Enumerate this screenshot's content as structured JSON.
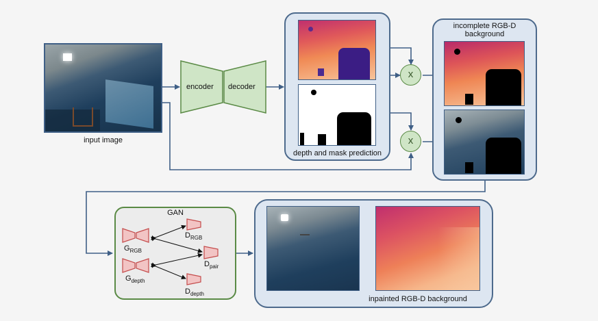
{
  "labels": {
    "input_image": "input image",
    "encoder": "encoder",
    "decoder": "decoder",
    "depth_mask_prediction": "depth and mask prediction",
    "incomplete_rgbd_line1": "incomplete RGB-D",
    "incomplete_rgbd_line2": "background",
    "multiply_symbol": "x",
    "gan_title": "GAN",
    "g_rgb": "G",
    "g_rgb_sub": "RGB",
    "g_depth": "G",
    "g_depth_sub": "depth",
    "d_rgb": "D",
    "d_rgb_sub": "RGB",
    "d_pair": "D",
    "d_pair_sub": "pair",
    "d_depth": "D",
    "d_depth_sub": "depth",
    "inpainted_rgbd": "inpainted RGB-D background"
  },
  "colors": {
    "background": "#f5f5f5",
    "blue_panel_fill": "#dde6f1",
    "blue_panel_border": "#4d6a8c",
    "green_fill": "#cfe5c6",
    "green_border": "#5a8a45",
    "arrow": "#3f5f86",
    "network_block_fill": "#f2c4c4",
    "network_block_border": "#c44b4b"
  }
}
